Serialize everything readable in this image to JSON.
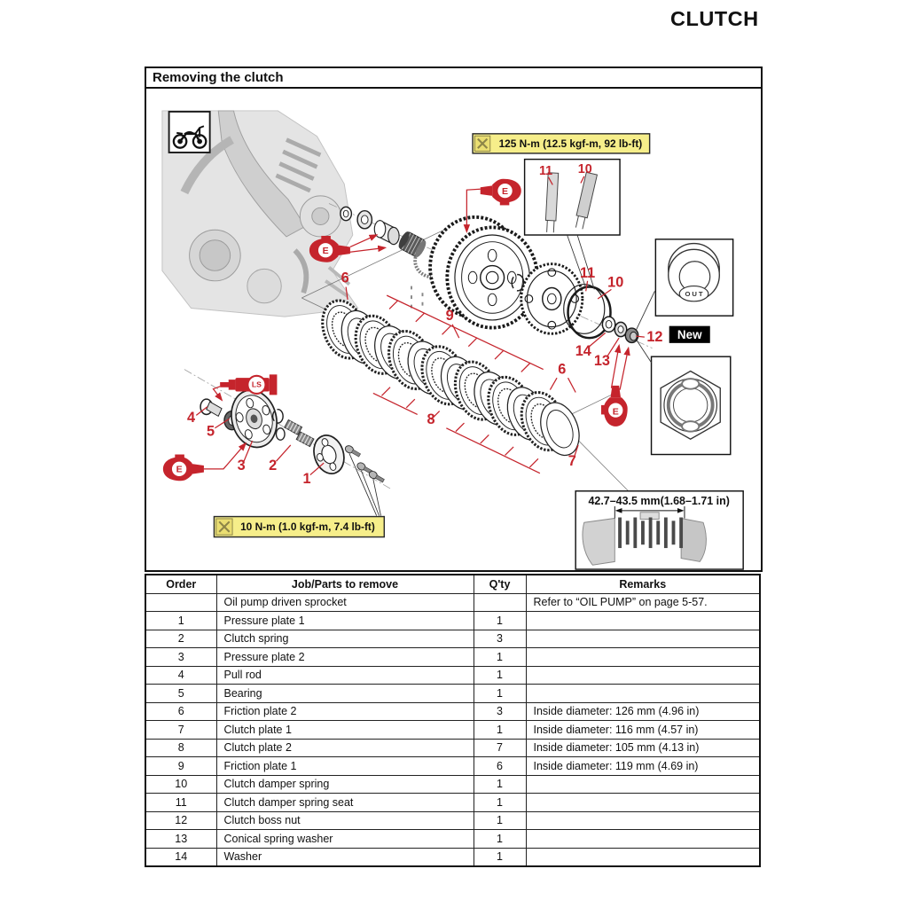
{
  "page": {
    "heading": "CLUTCH"
  },
  "figure": {
    "title": "Removing the clutch",
    "torque_upper": "125 N-m (12.5 kgf-m, 92 lb-ft)",
    "torque_lower": "10 N-m (1.0 kgf-m, 7.4 lb-ft)",
    "measurement": "42.7–43.5 mm(1.68–1.71 in)",
    "new_label": "New",
    "out_label": "OUT",
    "oil_symbol": "E",
    "grease_symbol": "LS",
    "callouts": [
      "1",
      "2",
      "3",
      "4",
      "5",
      "6",
      "7",
      "8",
      "9",
      "10",
      "11",
      "12",
      "13",
      "14"
    ],
    "colors": {
      "callout_red": "#c5242c",
      "torque_yellow": "#f6ee8a",
      "new_badge_bg": "#000000"
    }
  },
  "table": {
    "headers": [
      "Order",
      "Job/Parts to remove",
      "Q'ty",
      "Remarks"
    ],
    "rows": [
      {
        "order": "",
        "job": "Oil pump driven sprocket",
        "qty": "",
        "remarks": "Refer to “OIL PUMP” on page 5-57."
      },
      {
        "order": "1",
        "job": "Pressure plate 1",
        "qty": "1",
        "remarks": ""
      },
      {
        "order": "2",
        "job": "Clutch spring",
        "qty": "3",
        "remarks": ""
      },
      {
        "order": "3",
        "job": "Pressure plate 2",
        "qty": "1",
        "remarks": ""
      },
      {
        "order": "4",
        "job": "Pull rod",
        "qty": "1",
        "remarks": ""
      },
      {
        "order": "5",
        "job": "Bearing",
        "qty": "1",
        "remarks": ""
      },
      {
        "order": "6",
        "job": "Friction plate 2",
        "qty": "3",
        "remarks": "Inside diameter: 126 mm (4.96 in)"
      },
      {
        "order": "7",
        "job": "Clutch plate 1",
        "qty": "1",
        "remarks": "Inside diameter: 116 mm (4.57 in)"
      },
      {
        "order": "8",
        "job": "Clutch plate 2",
        "qty": "7",
        "remarks": "Inside diameter: 105 mm (4.13 in)"
      },
      {
        "order": "9",
        "job": "Friction plate 1",
        "qty": "6",
        "remarks": "Inside diameter: 119 mm (4.69 in)"
      },
      {
        "order": "10",
        "job": "Clutch damper spring",
        "qty": "1",
        "remarks": ""
      },
      {
        "order": "11",
        "job": "Clutch damper spring seat",
        "qty": "1",
        "remarks": ""
      },
      {
        "order": "12",
        "job": "Clutch boss nut",
        "qty": "1",
        "remarks": ""
      },
      {
        "order": "13",
        "job": "Conical spring washer",
        "qty": "1",
        "remarks": ""
      },
      {
        "order": "14",
        "job": "Washer",
        "qty": "1",
        "remarks": ""
      }
    ]
  }
}
